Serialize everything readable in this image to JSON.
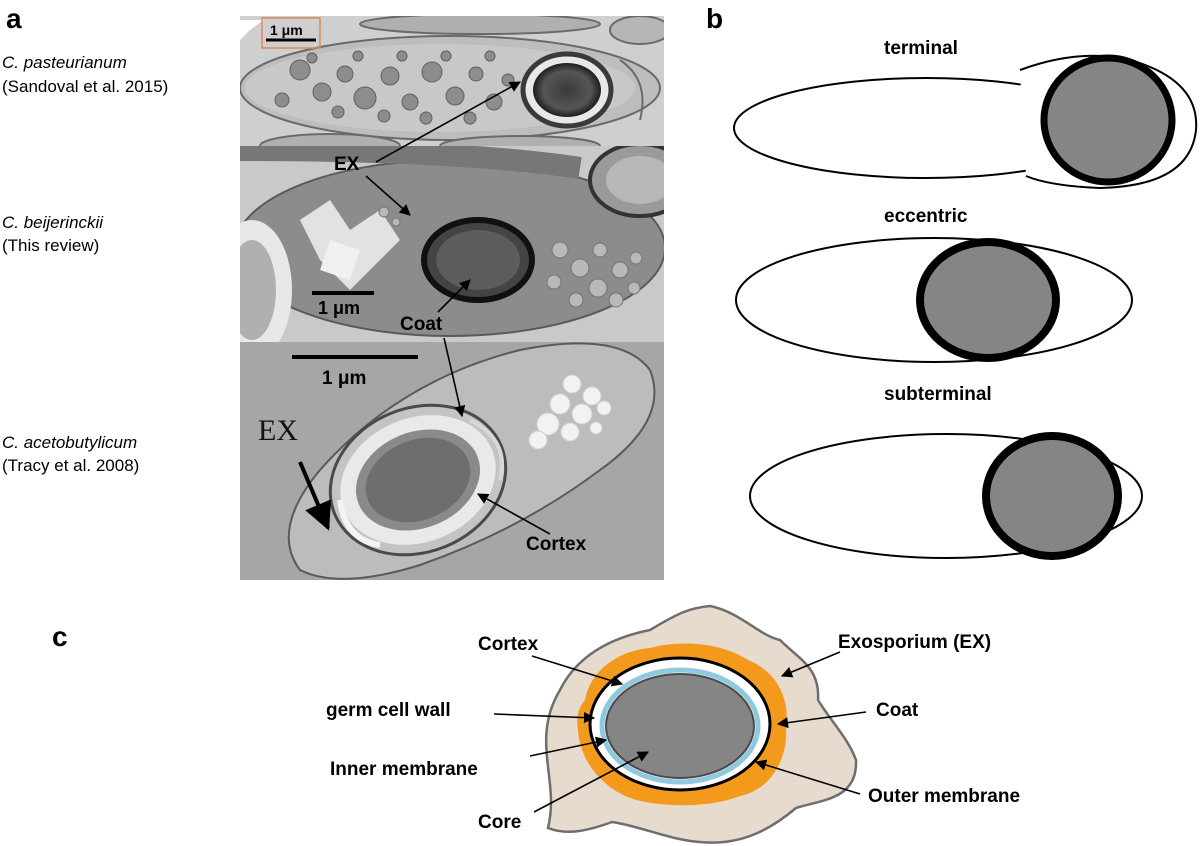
{
  "panels": {
    "a": "a",
    "b": "b",
    "c": "c"
  },
  "species": [
    {
      "name": "C. pasteurianum",
      "source": "(Sandoval et al. 2015)"
    },
    {
      "name": "C. beijerinckii",
      "source": "(This review)"
    },
    {
      "name": "C. acetobutylicum",
      "source": "(Tracy et al. 2008)"
    }
  ],
  "micrograph": {
    "scale_top": "1 μm",
    "scale_mid": "1 μm",
    "scale_bottom": "1 μm",
    "label_ex": "EX",
    "label_coat": "Coat",
    "label_cortex": "Cortex",
    "label_ex_serif": "EX"
  },
  "positions": {
    "terminal": "terminal",
    "eccentric": "eccentric",
    "subterminal": "subterminal"
  },
  "spore_structure": {
    "cortex": "Cortex",
    "germ_cell_wall": "germ cell wall",
    "inner_membrane": "Inner membrane",
    "core": "Core",
    "exosporium": "Exosporium (EX)",
    "coat": "Coat",
    "outer_membrane": "Outer membrane"
  },
  "colors": {
    "core": "#858585",
    "exosporium": "#e6dbcd",
    "coat": "#f39a1c",
    "inner_membrane": "#8ec9df",
    "micrograph_bg": "#a6a6a6"
  }
}
